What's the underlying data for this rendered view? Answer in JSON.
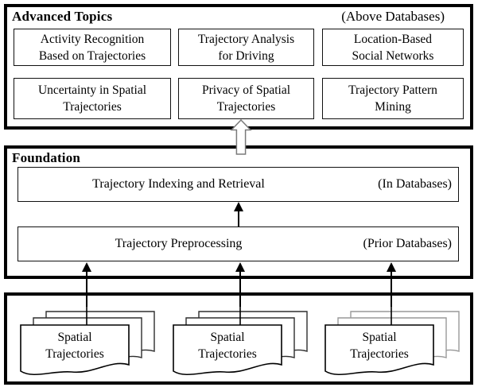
{
  "advanced": {
    "title": "Advanced Topics",
    "annotation": "(Above Databases)",
    "boxes": [
      {
        "lines": [
          "Activity Recognition",
          "Based on Trajectories"
        ]
      },
      {
        "lines": [
          "Trajectory Analysis",
          "for Driving"
        ]
      },
      {
        "lines": [
          "Location-Based",
          "Social Networks"
        ]
      },
      {
        "lines": [
          "Uncertainty in Spatial",
          "Trajectories"
        ]
      },
      {
        "lines": [
          "Privacy of Spatial",
          "Trajectories"
        ]
      },
      {
        "lines": [
          "Trajectory Pattern",
          "Mining"
        ]
      }
    ]
  },
  "foundation": {
    "title": "Foundation",
    "rows": [
      {
        "label": "Trajectory Indexing and Retrieval",
        "annotation": "(In Databases)"
      },
      {
        "label": "Trajectory Preprocessing",
        "annotation": "(Prior Databases)"
      }
    ]
  },
  "sources": {
    "stacks": [
      {
        "lines": [
          "Spatial",
          "Trajectories"
        ]
      },
      {
        "lines": [
          "Spatial",
          "Trajectories"
        ]
      },
      {
        "lines": [
          "Spatial",
          "Trajectories"
        ]
      }
    ]
  },
  "colors": {
    "section_border": "#000000",
    "box_border": "#111111",
    "arrow": "#000000",
    "hollow_arrow_outline": "#7a7a7a",
    "hollow_arrow_fill": "#ffffff",
    "page_stroke_front": "#000000",
    "page_stroke_back_dark": "#2e2e2e",
    "page_stroke_back_light": "#999999",
    "page_fill": "#ffffff"
  }
}
